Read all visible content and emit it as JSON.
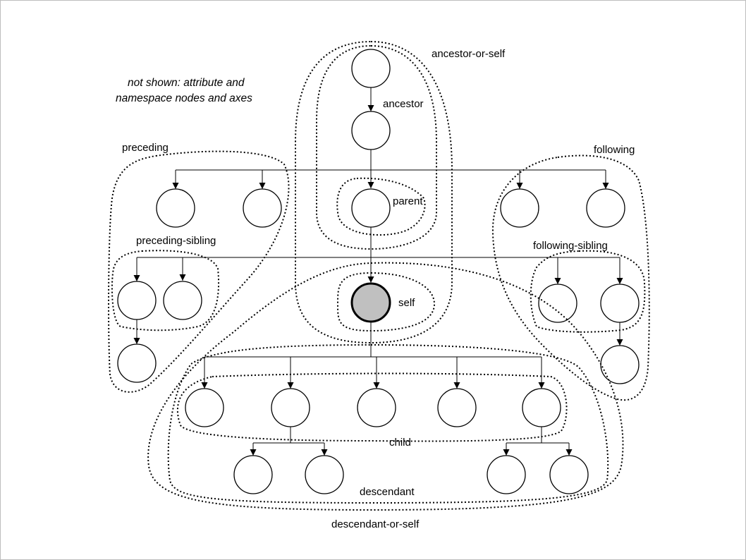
{
  "note": {
    "line1": "not shown: attribute and",
    "line2": "namespace nodes and axes"
  },
  "axes": {
    "ancestor_or_self": "ancestor-or-self",
    "ancestor": "ancestor",
    "parent": "parent",
    "self": "self",
    "preceding": "preceding",
    "preceding_sibling": "preceding-sibling",
    "following": "following",
    "following_sibling": "following-sibling",
    "child": "child",
    "descendant": "descendant",
    "descendant_or_self": "descendant-or-self"
  },
  "colors": {
    "self_fill": "#c0c0c0",
    "stroke": "#000000"
  }
}
